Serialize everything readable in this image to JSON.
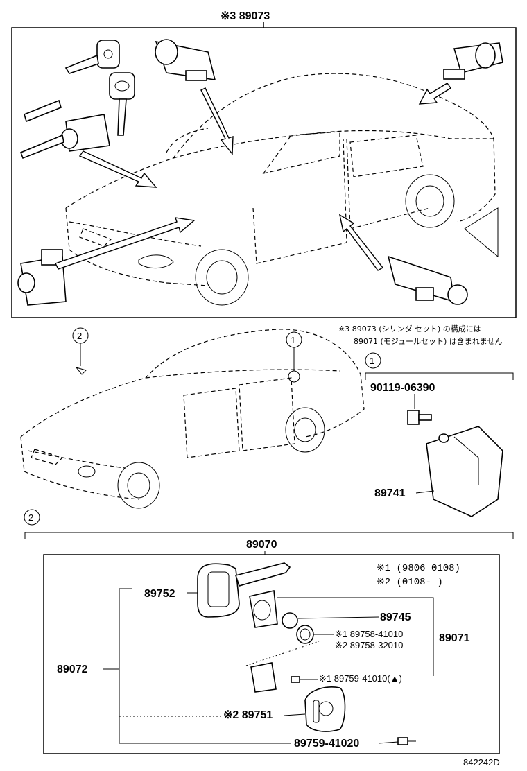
{
  "top_section": {
    "set_number": "※3 89073",
    "note_line1": "※3 89073 (シリンダ セット) の構成には",
    "note_line2": "89071 (モジュールセット) は含まれません"
  },
  "middle_section": {
    "callout_1": "1",
    "callout_2": "2",
    "group_1_marker": "1",
    "bolt_part": "90119-06390",
    "module_part": "89741"
  },
  "bottom_section": {
    "group_2_marker": "2",
    "assembly_part": "89070",
    "key_set": "89072",
    "key_blank": "89752",
    "cap": "89745",
    "spring_a": "※1 89758-41010",
    "spring_b": "※2 89758-32010",
    "module_set": "89071",
    "screw_a": "※1 89759-41010(▲)",
    "cover": "※2 89751",
    "screw_b": "89759-41020",
    "range_1": "※1  (9806  0108)",
    "range_2": "※2  (0108-        )"
  },
  "footer": {
    "drawing_id": "842242D"
  }
}
